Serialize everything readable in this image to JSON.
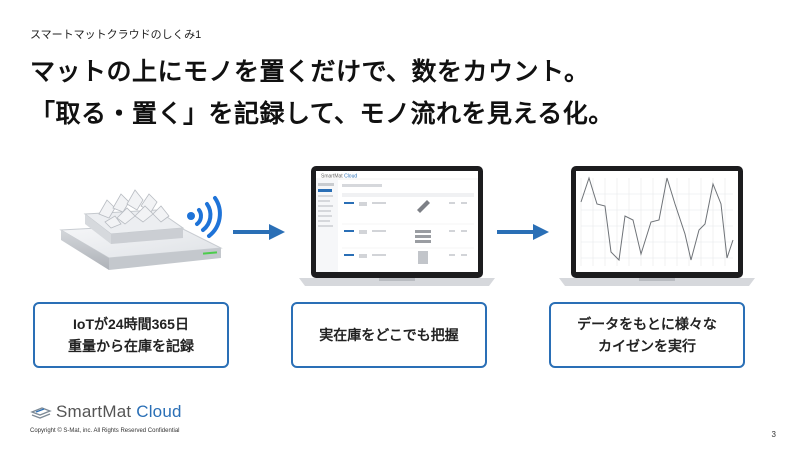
{
  "header": {
    "kicker": "スマートマットクラウドのしくみ1",
    "line1": "マットの上にモノを置くだけで、数をカウント。",
    "line2": "「取る・置く」を記録して、モノ流れを見える化。"
  },
  "steps": [
    {
      "line1": "IoTが24時間365日",
      "line2": "重量から在庫を記録"
    },
    {
      "line1": "実在庫をどこでも把握"
    },
    {
      "line1": "データをもとに様々な",
      "line2": "カイゼンを実行"
    }
  ],
  "laptop_app": {
    "brand": "SmartMat",
    "brand_accent": "Cloud"
  },
  "footer": {
    "logo_part1": "SmartMat",
    "logo_part2": "Cloud",
    "copyright": "Copyright © S-Mat, inc. All Rights Reserved Confidential",
    "page_number": "3"
  },
  "colors": {
    "accent": "#2a6fb6",
    "wifi": "#1e73d8",
    "mat_led": "#4ccc4c"
  }
}
